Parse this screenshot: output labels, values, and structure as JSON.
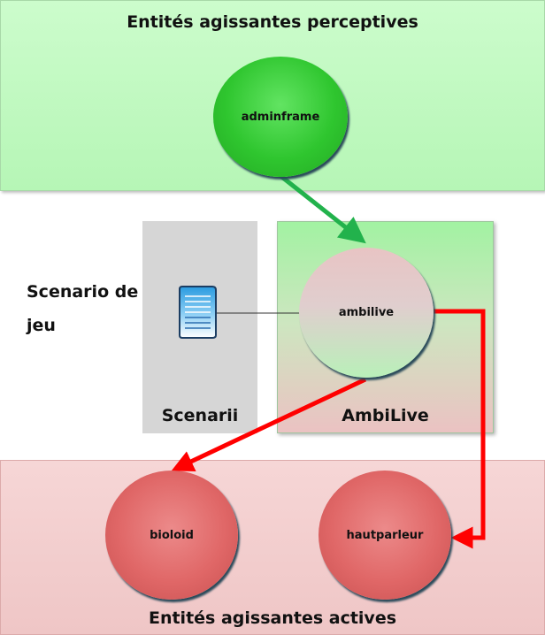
{
  "groups": {
    "perceptive": {
      "title": "Entités agissantes perceptives"
    },
    "active": {
      "title": "Entités agissantes actives"
    },
    "scenarii": {
      "title": "Scenarii"
    },
    "ambilive": {
      "title": "AmbiLive"
    }
  },
  "side_label": {
    "line1": "Scenario de",
    "line2": "jeu"
  },
  "nodes": {
    "adminframe": "adminframe",
    "ambilive": "ambilive",
    "bioloid": "bioloid",
    "hautparleur": "hautparleur"
  },
  "icons": {
    "scenario_document": "document-icon"
  },
  "colors": {
    "perceptive_arrow": "#22b24c",
    "active_arrow": "#ff0000"
  }
}
